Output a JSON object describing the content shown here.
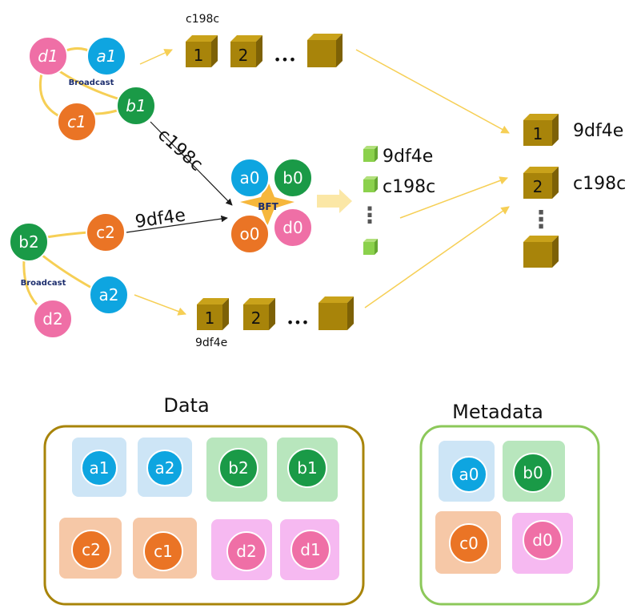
{
  "colors": {
    "blue": "#0ea5e0",
    "green": "#1a9a47",
    "orange": "#ea7425",
    "pink": "#ef6fa6",
    "block": "#a8840a",
    "block_top": "#c9a21a",
    "block_side": "#7d6106",
    "green_block": "#8bd14c",
    "arrow": "#f6cf55",
    "data_border": "#a8840a",
    "metadata_border": "#8cc85a"
  },
  "network1": {
    "nodes": {
      "d1": "d1",
      "a1": "a1",
      "b1": "b1",
      "c1": "c1"
    },
    "broadcast_label": "Broadcast",
    "chain_label": "c198c",
    "blocks": [
      "1",
      "2",
      "",
      ""
    ],
    "ellipsis": "•••",
    "submit_label": "c198c"
  },
  "network2": {
    "nodes": {
      "b2": "b2",
      "c2": "c2",
      "a2": "a2",
      "d2": "d2"
    },
    "broadcast_label": "Broadcast",
    "chain_label": "9df4e",
    "blocks": [
      "1",
      "2",
      "",
      ""
    ],
    "ellipsis": "•••",
    "submit_label": "9df4e"
  },
  "orderer": {
    "nodes": {
      "a0": "a0",
      "b0": "b0",
      "o0": "o0",
      "d0": "d0"
    },
    "consensus_label": "BFT"
  },
  "queue": {
    "items": [
      "9df4e",
      "c198c"
    ],
    "ellipsis": "⋮"
  },
  "main_chain": {
    "blocks": [
      {
        "num": "1",
        "label": "9df4e"
      },
      {
        "num": "2",
        "label": "c198c"
      },
      {
        "num": "",
        "label": ""
      }
    ],
    "ellipsis": "⋮"
  },
  "data_panel": {
    "title": "Data",
    "tiles": [
      "a1",
      "a2",
      "b2",
      "b1",
      "c2",
      "c1",
      "d2",
      "d1"
    ]
  },
  "metadata_panel": {
    "title": "Metadata",
    "tiles": [
      "a0",
      "b0",
      "c0",
      "d0"
    ]
  }
}
